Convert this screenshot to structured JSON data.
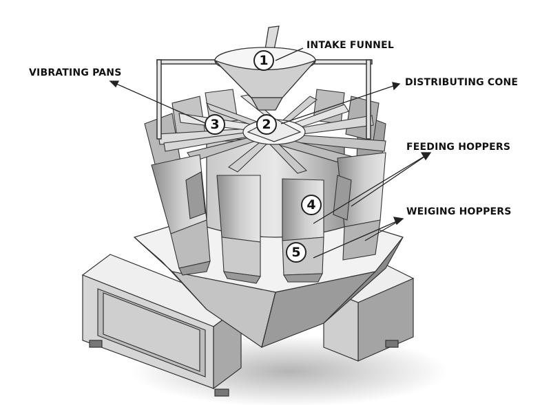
{
  "labels": {
    "intake_funnel": "INTAKE FUNNEL",
    "vibrating_pans": "VIBRATING PANS",
    "distributing_cone": "DISTRIBUTING CONE",
    "feeding_hoppers": "FEEDING HOPPERS",
    "weighing_hoppers": "WEIGING HOPPERS"
  },
  "numbers": {
    "n1": "1",
    "n2": "2",
    "n3": "3",
    "n4": "4",
    "n5": "5"
  },
  "colors": {
    "line": "#222222",
    "body_light": "#e6e6e6",
    "body_mid": "#c6c6c6",
    "body_dark": "#8a8a8a",
    "shadow": "#d0d0d0"
  }
}
